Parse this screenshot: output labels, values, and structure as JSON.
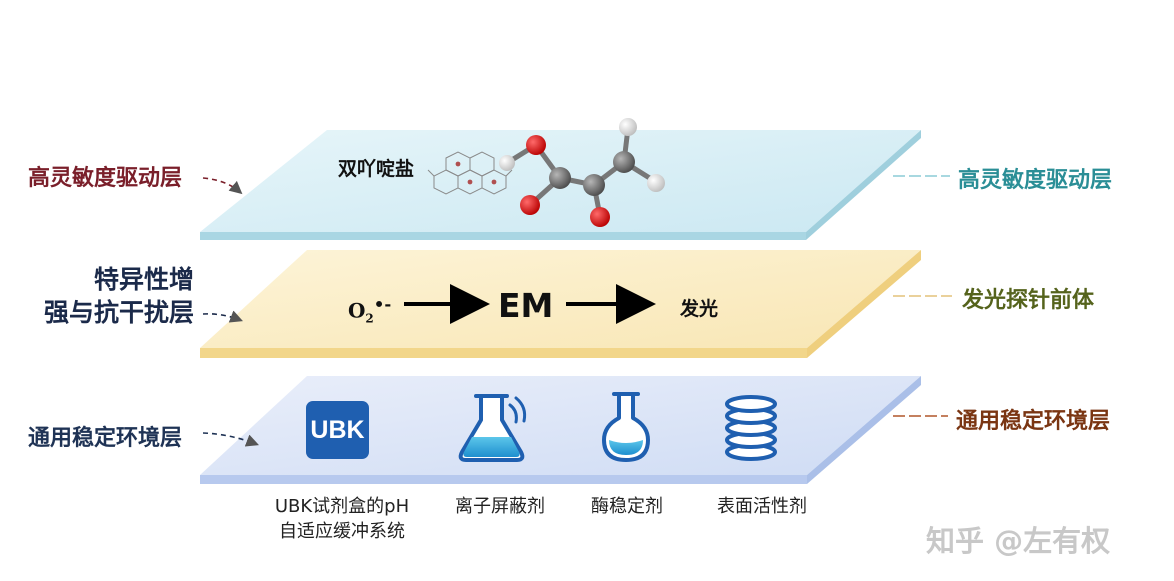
{
  "layers": {
    "top": {
      "left_label": "高灵敏度驱动层",
      "right_label": "高灵敏度驱动层",
      "molecule_label": "双吖啶盐",
      "fill": "#d6eef5",
      "edge": "#a9d6e3",
      "left_color": "#7a1f2a",
      "right_color": "#2a8e96"
    },
    "middle": {
      "left_label_line1": "特异性增",
      "left_label_line2": "强与抗干扰层",
      "right_label": "发光探针前体",
      "fill": "#fbefc8",
      "edge": "#f2d68a",
      "left_color": "#1b2a4a",
      "right_color": "#55631c"
    },
    "bottom": {
      "left_label": "通用稳定环境层",
      "right_label": "通用稳定环境层",
      "fill": "#dde6f7",
      "edge": "#b7c9ee",
      "left_color": "#1f3355",
      "right_color": "#7a3512"
    }
  },
  "reaction": {
    "o2": "O",
    "o2_sub": "2",
    "o2_sup": "•-",
    "em": "EM",
    "glow": "发光"
  },
  "components": [
    {
      "icon": "ubk-box-icon",
      "text": "UBK",
      "caption_line1": "UBK试剂盒的pH",
      "caption_line2": "自适应缓冲系统"
    },
    {
      "icon": "flask-icon",
      "caption": "离子屏蔽剂"
    },
    {
      "icon": "round-flask-icon",
      "caption": "酶稳定剂"
    },
    {
      "icon": "disc-stack-icon",
      "caption": "表面活性剂"
    }
  ],
  "watermark": "知乎 @左有权",
  "accent_colors": {
    "blue": "#1f5fb0",
    "arrow": "#000000"
  }
}
